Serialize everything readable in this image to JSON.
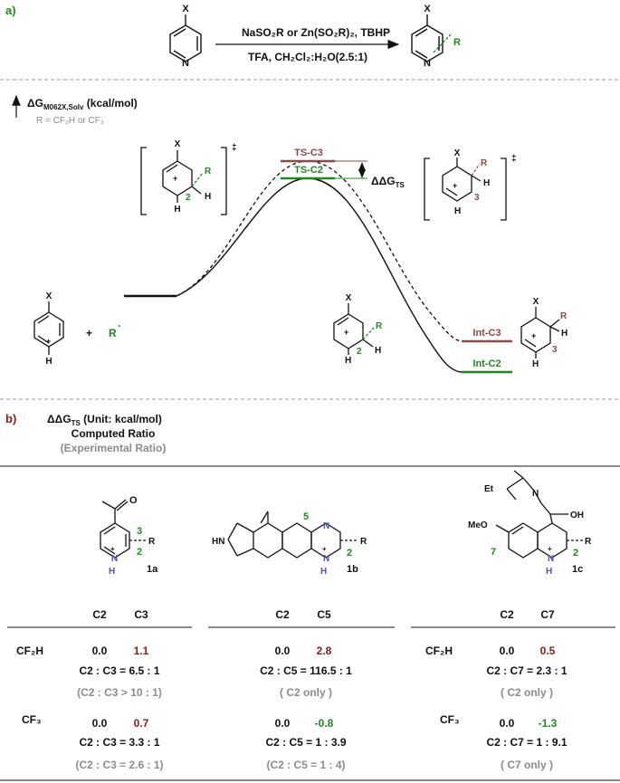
{
  "panel_a": {
    "label": "a)",
    "reagents_line1": "NaSO₂R or Zn(SO₂R)₂, TBHP",
    "reagents_line2": "TFA, CH₂Cl₂:H₂O(2.5:1)",
    "X": "X",
    "N": "N",
    "R": "R"
  },
  "energy_diagram": {
    "axis_label": "ΔG",
    "axis_sub": "M062X,Solv",
    "axis_units": " (kcal/mol)",
    "r_note": "R = CF₂H or CF₃",
    "ts_c3": "TS-C3",
    "ts_c2": "TS-C2",
    "ddg": "ΔΔG",
    "ddg_sub": "TS",
    "int_c3": "Int-C3",
    "int_c2": "Int-C2",
    "plus": "+",
    "radical": "R",
    "dagger": "‡",
    "dot": "·",
    "H": "H",
    "charge": "+",
    "pos2": "2",
    "pos3": "3"
  },
  "panel_b": {
    "label": "b)",
    "title_main": "ΔΔG",
    "title_sub": "TS",
    "title_units": " (Unit: kcal/mol)",
    "computed": "Computed Ratio",
    "experimental": "(Experimental Ratio)",
    "compound_1a": "1a",
    "compound_1b": "1b",
    "compound_1c": "1c",
    "HN": "HN",
    "Et": "Et",
    "OH": "OH",
    "MeO": "MeO",
    "pos5": "5",
    "pos7": "7"
  },
  "table": {
    "groups": [
      {
        "col_a": "C2",
        "col_b": "C3",
        "rows": [
          {
            "sub": "CF₂H",
            "a": "0.0",
            "b": "1.1",
            "b_color": "red",
            "ratio": "C2 : C3 = 6.5 : 1",
            "exp": "(C2 : C3 > 10 : 1)"
          },
          {
            "sub": "CF₃",
            "a": "0.0",
            "b": "0.7",
            "b_color": "red",
            "ratio": "C2 : C3 = 3.3 : 1",
            "exp": "(C2 : C3 = 2.6 : 1)"
          }
        ]
      },
      {
        "col_a": "C2",
        "col_b": "C5",
        "rows": [
          {
            "sub": "",
            "a": "0.0",
            "b": "2.8",
            "b_color": "red",
            "ratio": "C2 : C5 = 116.5 : 1",
            "exp": "( C2 only )"
          },
          {
            "sub": "",
            "a": "0.0",
            "b": "-0.8",
            "b_color": "green",
            "ratio": "C2 : C5 = 1 : 3.9",
            "exp": "(C2 : C5 = 1 : 4)"
          }
        ]
      },
      {
        "col_a": "C2",
        "col_b": "C7",
        "rows": [
          {
            "sub": "CF₂H",
            "a": "0.0",
            "b": "0.5",
            "b_color": "red",
            "ratio": "C2 : C7 = 2.3 : 1",
            "exp": "( C2 only )"
          },
          {
            "sub": "CF₃",
            "a": "0.0",
            "b": "-1.3",
            "b_color": "green",
            "ratio": "C2 : C7 = 1 : 9.1",
            "exp": "( C7 only )"
          }
        ]
      }
    ]
  },
  "colors": {
    "green": "#1e8a1e",
    "red": "#8b1a1a",
    "mauve": "#8a4a4a",
    "grey": "#8c8c8c",
    "blue": "#4a55b0"
  }
}
